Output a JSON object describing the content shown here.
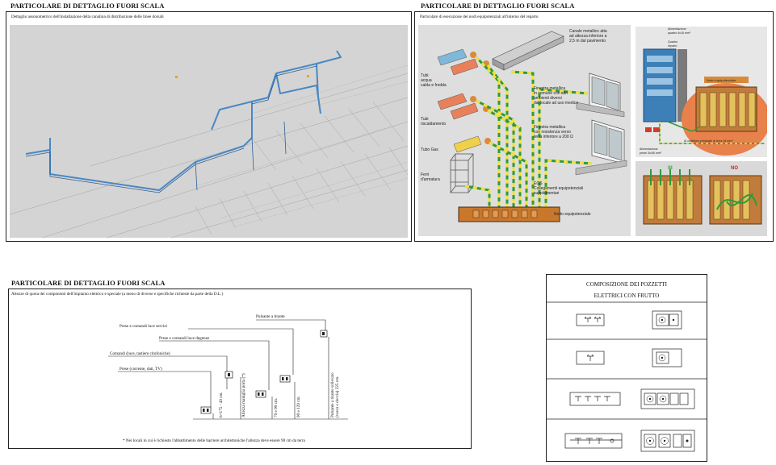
{
  "panel_top_left": {
    "title": "PARTICOLARE DI DETTAGLIO FUORI SCALA",
    "subtitle": "Dettaglio assonometrico dell'installazione della canalina di distribuzione delle linee dorsali"
  },
  "panel_top_right": {
    "title": "PARTICOLARE DI DETTAGLIO FUORI SCALA",
    "subtitle": "Particolare di esecuzione dei nodi equipotenziali all'interno del reparto",
    "labels": {
      "tubi_acqua": [
        "Tubi",
        "acqua",
        "calda e fredda"
      ],
      "tubi_riscaldamento": [
        "Tubi",
        "riscaldamento"
      ],
      "tubo_gas": "Tubo Gas",
      "ferri_armatura": [
        "Ferri",
        "d'armatura"
      ],
      "canale_metallico": [
        "Canale metallico atta",
        "ad altezza inferiore a",
        "2,5 m dal pavimento"
      ],
      "finestra_1": [
        "Finestra metallica",
        "in comune con altri",
        "ambienti diversi",
        "dai locale ad uso medico"
      ],
      "finestra_2": [
        "Finestra metallica",
        "con resistenza verso",
        "terra inferiore a 200 Ω"
      ],
      "egs": [
        "EGS",
        "Collegamenti equipotenziali",
        "supplementari"
      ],
      "nodo": "Nodo equipotenziale",
      "si": "SI",
      "no": "NO",
      "alimentazione": [
        "Alimentazione",
        "quadro 4x16 mm²"
      ],
      "quadro": [
        "Quadro",
        "reparto"
      ],
      "nodo_equip_badge": "Nodo equipotenziale",
      "collettore": "Al collettore principale di terra 16 mm²",
      "alimentazione_prese": [
        "Alimentazione",
        "prese 3x4/6 mm²"
      ]
    }
  },
  "panel_bottom_left": {
    "title": "PARTICOLARE DI DETTAGLIO FUORI SCALA",
    "subtitle": "Altezze di quota dei componenti dell'impianto elettrico e speciale (a meno di diverse e specifiche richieste da parte della D.L.)",
    "labels": {
      "pulsante": "Pulsante a tirante",
      "prese_servizi": "Prese e comandi luce servizi",
      "prese_degenze": "Prese e comandi luce degenze",
      "comandi": "Comandi (luce, tastiere citofoniche)",
      "prese": "Prese (corrente, dati, TV)"
    },
    "heights": {
      "h1": "h=175 - 40 cm.",
      "h2": "Altezza maniglia porta (*)",
      "h3": "70 e 90 cm.",
      "h4": "90 e 120 cm.",
      "h5": [
        "Pulsante a tirante sollevato",
        "(vasca e doccia) 225 cm."
      ]
    },
    "footnote": "* Nei locali in cui è richiesto l'abbattimento delle barriere architettoniche l'altezza deve essere 90 cm da terra"
  },
  "panel_bottom_right": {
    "title_line1": "COMPOSIZIONE DEI POZZETTI",
    "title_line2": "ELETTRICI CON FRUTTO"
  },
  "colors": {
    "pipe_blue": "#4a87c4",
    "earth_green": "#2f9a3a",
    "earth_yellow": "#f2e23a",
    "photo_gray": "#dadada",
    "orange": "#e8814b"
  }
}
